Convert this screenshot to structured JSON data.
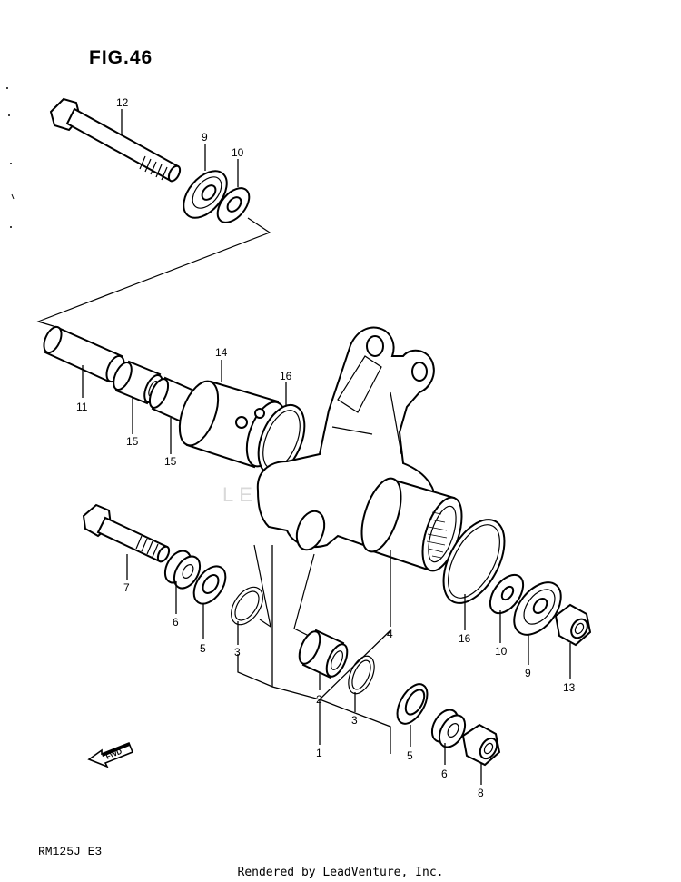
{
  "diagram": {
    "figure_title": "FIG.46",
    "model_code": "RM125J  E3",
    "footer_text": "Rendered by LeadVenture, Inc.",
    "watermark_text": "LEADVENTURE",
    "direction_badge": "FWD",
    "callouts": {
      "c12": "12",
      "c9a": "9",
      "c10a": "10",
      "c14": "14",
      "c16a": "16",
      "c11": "11",
      "c15a": "15",
      "c15b": "15",
      "c7": "7",
      "c6a": "6",
      "c5a": "5",
      "c3a": "3",
      "c4": "4",
      "c16b": "16",
      "c10b": "10",
      "c9b": "9",
      "c13": "13",
      "c2": "2",
      "c3b": "3",
      "c1": "1",
      "c5b": "5",
      "c6b": "6",
      "c8": "8"
    }
  }
}
